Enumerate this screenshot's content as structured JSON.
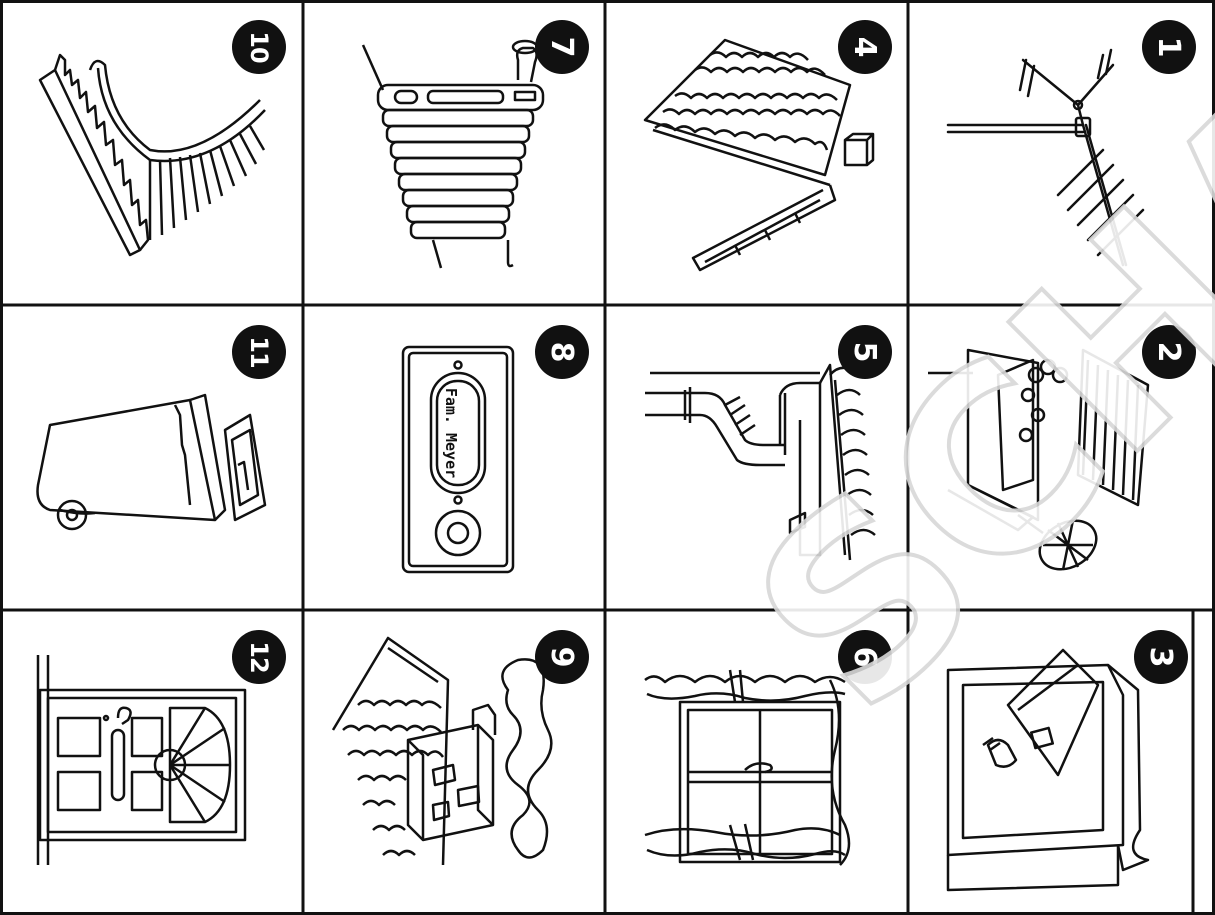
{
  "cells": [
    {
      "id": "roof-ornament",
      "number": "10",
      "icon": "ornament-eave-icon"
    },
    {
      "id": "radiator",
      "number": "7",
      "icon": "radiator-icon"
    },
    {
      "id": "roof-tiles",
      "number": "4",
      "icon": "roof-tiles-icon"
    },
    {
      "id": "antenna",
      "number": "1",
      "icon": "antenna-icon"
    },
    {
      "id": "trash-bin",
      "number": "11",
      "icon": "trash-bin-icon"
    },
    {
      "id": "doorbell",
      "number": "8",
      "icon": "doorbell-icon",
      "plate_text": "Fam. Meyer"
    },
    {
      "id": "drainpipe",
      "number": "5",
      "icon": "drainpipe-icon"
    },
    {
      "id": "balcony",
      "number": "2",
      "icon": "balcony-icon"
    },
    {
      "id": "front-door",
      "number": "12",
      "icon": "door-icon"
    },
    {
      "id": "chimney",
      "number": "9",
      "icon": "chimney-icon"
    },
    {
      "id": "window",
      "number": "6",
      "icon": "window-icon"
    },
    {
      "id": "mailbox",
      "number": "3",
      "icon": "mailbox-icon"
    }
  ],
  "watermark": "SCHAU",
  "colors": {
    "line": "#111111",
    "background": "#ffffff",
    "badge": "#111111",
    "watermark": "#d8d8d8"
  }
}
